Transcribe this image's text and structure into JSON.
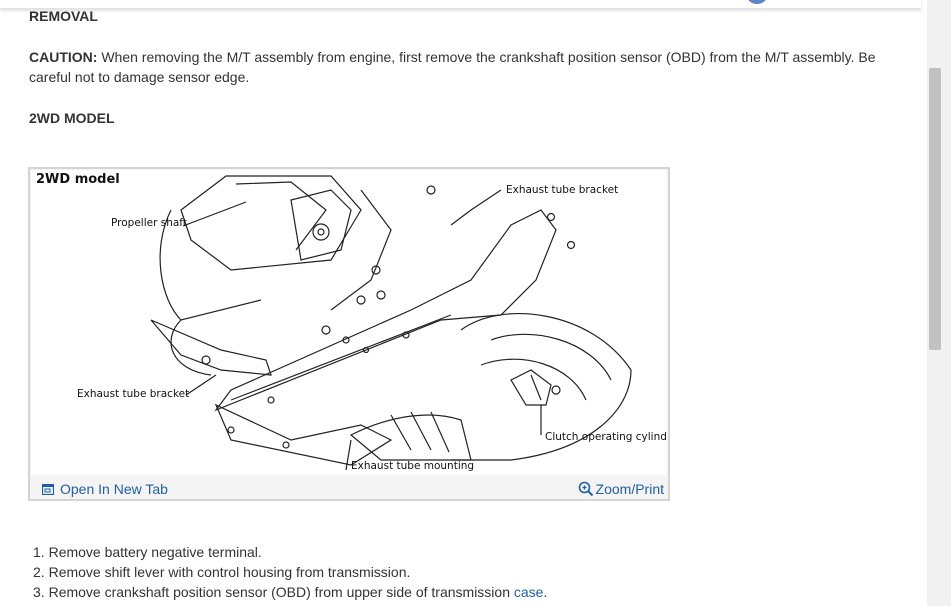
{
  "section": {
    "title": "REMOVAL"
  },
  "caution": {
    "label": "CAUTION:",
    "text": " When removing the M/T assembly from engine, first remove the crankshaft position sensor (OBD) from the M/T assembly. Be careful not to damage sensor edge."
  },
  "subheading": "2WD MODEL",
  "figure": {
    "title": "2WD model",
    "labels": {
      "propeller_shaft": "Propeller shaft",
      "exhaust_bracket_top": "Exhaust tube bracket",
      "exhaust_bracket_left": "Exhaust tube bracket",
      "clutch_cylinder": "Clutch operating cylinder",
      "exhaust_mounting": "Exhaust tube mounting"
    },
    "open_tab_label": "Open In New Tab",
    "zoom_label": "Zoom/Print",
    "icons": {
      "open": "external-tab-icon",
      "zoom": "magnifier-icon"
    }
  },
  "steps": [
    {
      "num": "1.",
      "text": "Remove battery negative terminal."
    },
    {
      "num": "2.",
      "text": "Remove shift lever with control housing from transmission."
    },
    {
      "num": "3.",
      "text": "Remove crankshaft position sensor (OBD) from upper side of transmission ",
      "link": "case",
      "after": "."
    }
  ],
  "colors": {
    "link": "#1f5fa6",
    "text": "#333333",
    "scroll_thumb": "#c1c1c1"
  }
}
